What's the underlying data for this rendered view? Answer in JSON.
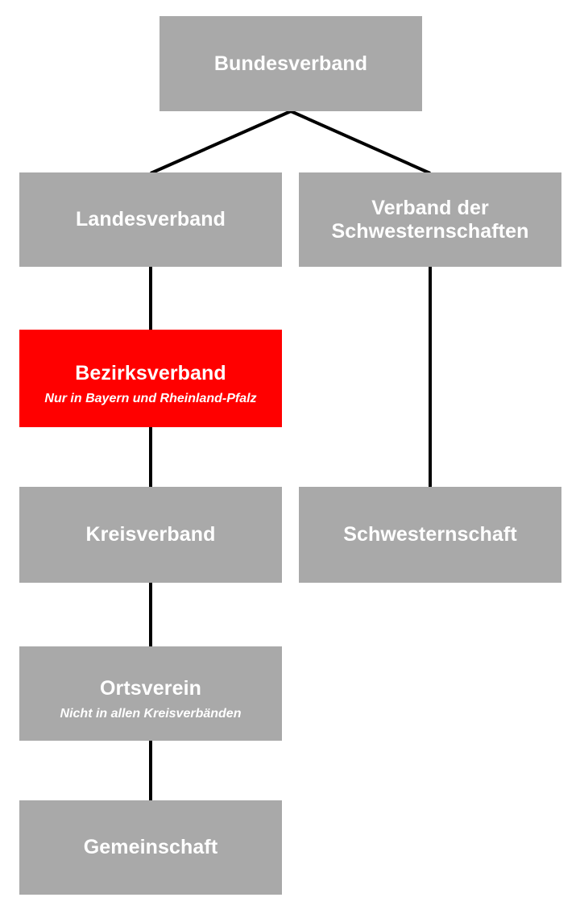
{
  "diagram": {
    "type": "organizational-hierarchy",
    "background_color": "#ffffff",
    "box_color": "#a9a9a9",
    "highlight_color": "#ff0000",
    "text_color": "#ffffff",
    "line_color": "#000000",
    "nodes": [
      {
        "id": "bundesverband",
        "title": "Bundesverband",
        "subtitle": "",
        "style": "gray",
        "level": 0
      },
      {
        "id": "landesverband",
        "title": "Landesverband",
        "subtitle": "",
        "style": "gray",
        "level": 1
      },
      {
        "id": "verband-schwesternschaften",
        "title": "Verband der\nSchwesternschaften",
        "subtitle": "",
        "style": "gray",
        "level": 1
      },
      {
        "id": "bezirksverband",
        "title": "Bezirksverband",
        "subtitle": "Nur in Bayern und Rheinland-Pfalz",
        "style": "red",
        "level": 2
      },
      {
        "id": "kreisverband",
        "title": "Kreisverband",
        "subtitle": "",
        "style": "gray",
        "level": 3
      },
      {
        "id": "schwesternschaft",
        "title": "Schwesternschaft",
        "subtitle": "",
        "style": "gray",
        "level": 3
      },
      {
        "id": "ortsverein",
        "title": "Ortsverein",
        "subtitle": "Nicht in allen Kreisverbänden",
        "style": "gray",
        "level": 4
      },
      {
        "id": "gemeinschaft",
        "title": "Gemeinschaft",
        "subtitle": "",
        "style": "gray",
        "level": 5
      }
    ],
    "edges": [
      {
        "from": "bundesverband",
        "to": "landesverband",
        "shape": "diagonal"
      },
      {
        "from": "bundesverband",
        "to": "verband-schwesternschaften",
        "shape": "diagonal"
      },
      {
        "from": "landesverband",
        "to": "bezirksverband",
        "shape": "vertical"
      },
      {
        "from": "bezirksverband",
        "to": "kreisverband",
        "shape": "vertical"
      },
      {
        "from": "verband-schwesternschaften",
        "to": "schwesternschaft",
        "shape": "vertical"
      },
      {
        "from": "kreisverband",
        "to": "ortsverein",
        "shape": "vertical"
      },
      {
        "from": "ortsverein",
        "to": "gemeinschaft",
        "shape": "vertical"
      }
    ]
  }
}
